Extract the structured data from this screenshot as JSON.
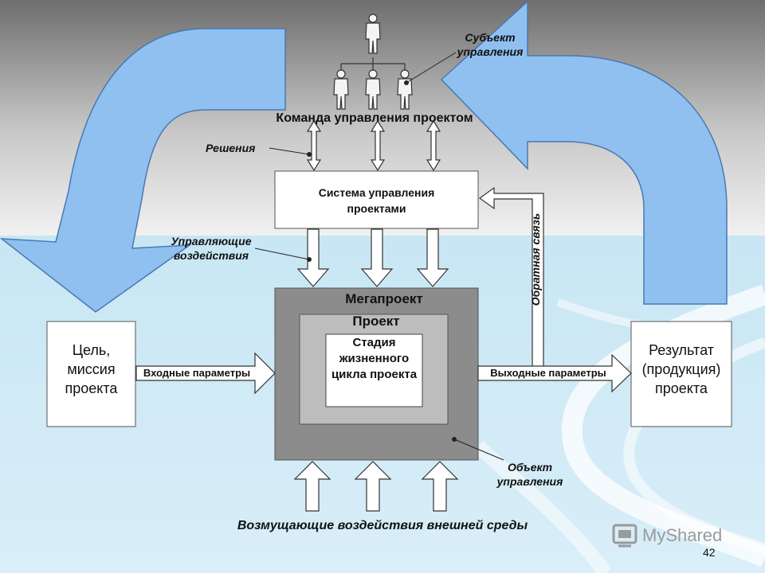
{
  "team": {
    "subject_label": "Субъект управления",
    "title": "Команда управления проектом"
  },
  "decisions_label": "Решения",
  "system_box": {
    "text": "Система управления проектами"
  },
  "control_label": "Управляющие воздействия",
  "feedback_label": "Обратная связь",
  "goal_box": {
    "text": "Цель, миссия проекта"
  },
  "result_box": {
    "text": "Результат (продукция) проекта"
  },
  "input_label": "Входные параметры",
  "output_label": "Выходные параметры",
  "nested": {
    "megaproject": "Мегапроект",
    "project": "Проект",
    "stage": "Стадия жизненного цикла проекта"
  },
  "object_label": "Объект управления",
  "disturbances_label": "Возмущающие воздействия внешней среды",
  "logo_text": "MyShared",
  "page_number": "42",
  "colors": {
    "big_arrow_fill": "#8fc0f0",
    "big_arrow_stroke": "#4a78b0",
    "outer_square": "#8c8c8c",
    "middle_square": "#bdbdbd",
    "inner_square": "#ffffff",
    "sky_top": "#7a7a7a",
    "sky_bottom": "#e8e8e8",
    "water": "#cfe9f5"
  }
}
